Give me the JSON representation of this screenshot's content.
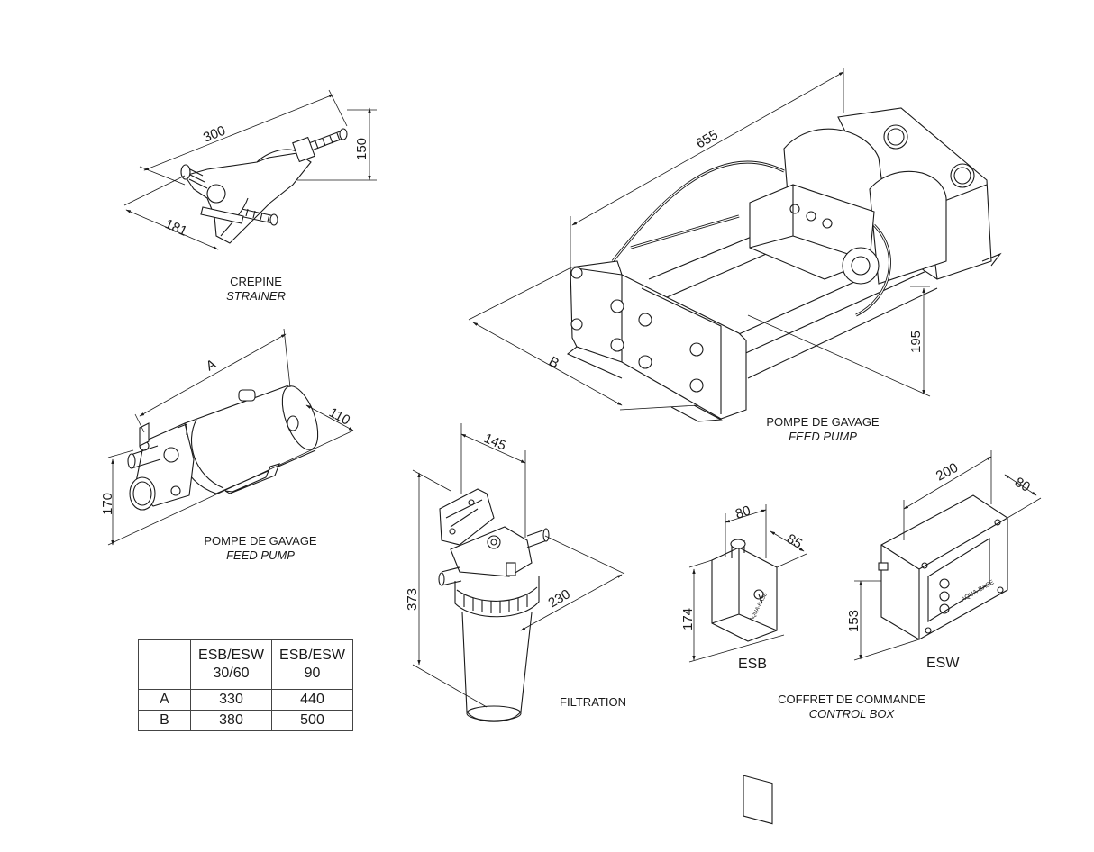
{
  "captions": {
    "strainer_fr": "CREPINE",
    "strainer_en": "STRAINER",
    "feed_pump_small_fr": "POMPE DE GAVAGE",
    "feed_pump_small_en": "FEED PUMP",
    "feed_pump_main_fr": "POMPE DE GAVAGE",
    "feed_pump_main_en": "FEED PUMP",
    "filtration": "FILTRATION",
    "control_box_fr": "COFFRET DE COMMANDE",
    "control_box_en": "CONTROL BOX",
    "esb": "ESB",
    "esw": "ESW"
  },
  "dimensions": {
    "strainer_length": "300",
    "strainer_height": "150",
    "strainer_width": "181",
    "small_pump_length": "A",
    "small_pump_width": "110",
    "small_pump_height": "170",
    "main_pump_length": "655",
    "main_pump_width": "B",
    "main_pump_height": "195",
    "filter_width": "145",
    "filter_height": "373",
    "filter_depth": "230",
    "esb_width": "80",
    "esb_depth": "85",
    "esb_height": "174",
    "esw_width": "200",
    "esw_depth": "80",
    "esw_height": "153"
  },
  "table": {
    "headers": [
      "",
      "ESB/ESW\n30/60",
      "ESB/ESW\n90"
    ],
    "header_col1_line1": "ESB/ESW",
    "header_col1_line2": "30/60",
    "header_col2_line1": "ESB/ESW",
    "header_col2_line2": "90",
    "rows": [
      {
        "label": "A",
        "v1": "330",
        "v2": "440"
      },
      {
        "label": "B",
        "v1": "380",
        "v2": "500"
      }
    ]
  },
  "panel_text": {
    "esb_logo": "AQUA-BASE",
    "esw_logo": "AQUA-BASE"
  },
  "colors": {
    "line": "#1a1a1a",
    "background": "#ffffff"
  }
}
